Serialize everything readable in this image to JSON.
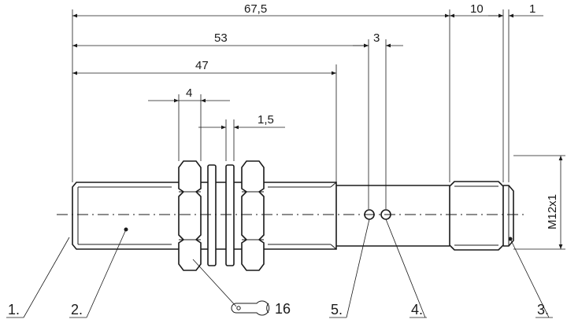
{
  "dimensions": {
    "overall_length": "67,5",
    "thread_length": "53",
    "body_length": "47",
    "led_spacing": "3",
    "connector_length": "10",
    "connector_step": "1",
    "nut_thickness": "4",
    "washer_thickness": "1,5",
    "connector_thread": "M12x1"
  },
  "wrench": {
    "size": "16"
  },
  "callouts": {
    "c1": "1.",
    "c2": "2.",
    "c3": "3.",
    "c4": "4.",
    "c5": "5."
  },
  "colors": {
    "line": "#1a1a1a",
    "background": "#ffffff"
  }
}
